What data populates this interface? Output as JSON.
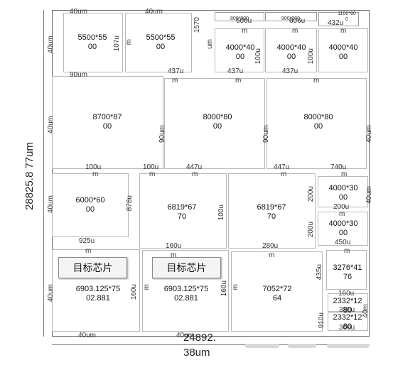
{
  "overall": {
    "height_label": "28825.8\n77um",
    "width_label": "24892.\n38um"
  },
  "chip_label": "目标芯片",
  "die_labels": {
    "a1": "5500*55\n00",
    "a2": "5500*55\n00",
    "b1": "4000*40\n00",
    "b2": "4000*40\n00",
    "b3": "4000*40\n00",
    "c1": "8700*87\n00",
    "c2": "8000*80\n00",
    "c3": "8000*80\n00",
    "d1": "6000*60\n00",
    "d2": "6819*67\n70",
    "d3": "6819*67\n70",
    "e1": "4000*30\n00",
    "e2": "4000*30\n00",
    "f1": "6903.125*75\n02.881",
    "f2": "6903.125*75\n02.881",
    "f3": "7052*72\n64",
    "f4": "3276*41\n76",
    "g1": "2332*12\n80",
    "g2": "2332*12\n80"
  },
  "tiny_labels": {
    "t1": "800*900",
    "t2": "800*900",
    "t3": "1100*80\n0"
  },
  "dims": {
    "d_40um": "40um",
    "d_107u": "107u",
    "d_m": "m",
    "d_1570": "1570",
    "d_um": "um",
    "d_606u": "606u",
    "d_432u": "432u",
    "d_437u": "437u",
    "d_100u": "100u",
    "d_90um": "90um",
    "d_90um_v": "90um",
    "d_447u": "447u",
    "d_740u": "740u",
    "d_878u": "878u",
    "d_925u": "925u",
    "d_200u": "200u",
    "d_450u": "450u",
    "d_160u": "160u",
    "d_280u": "280u",
    "d_435u": "435u",
    "d_910u": "910u",
    "d_380u": "380u",
    "d_300u": "300u",
    "d_40m": "40m"
  }
}
